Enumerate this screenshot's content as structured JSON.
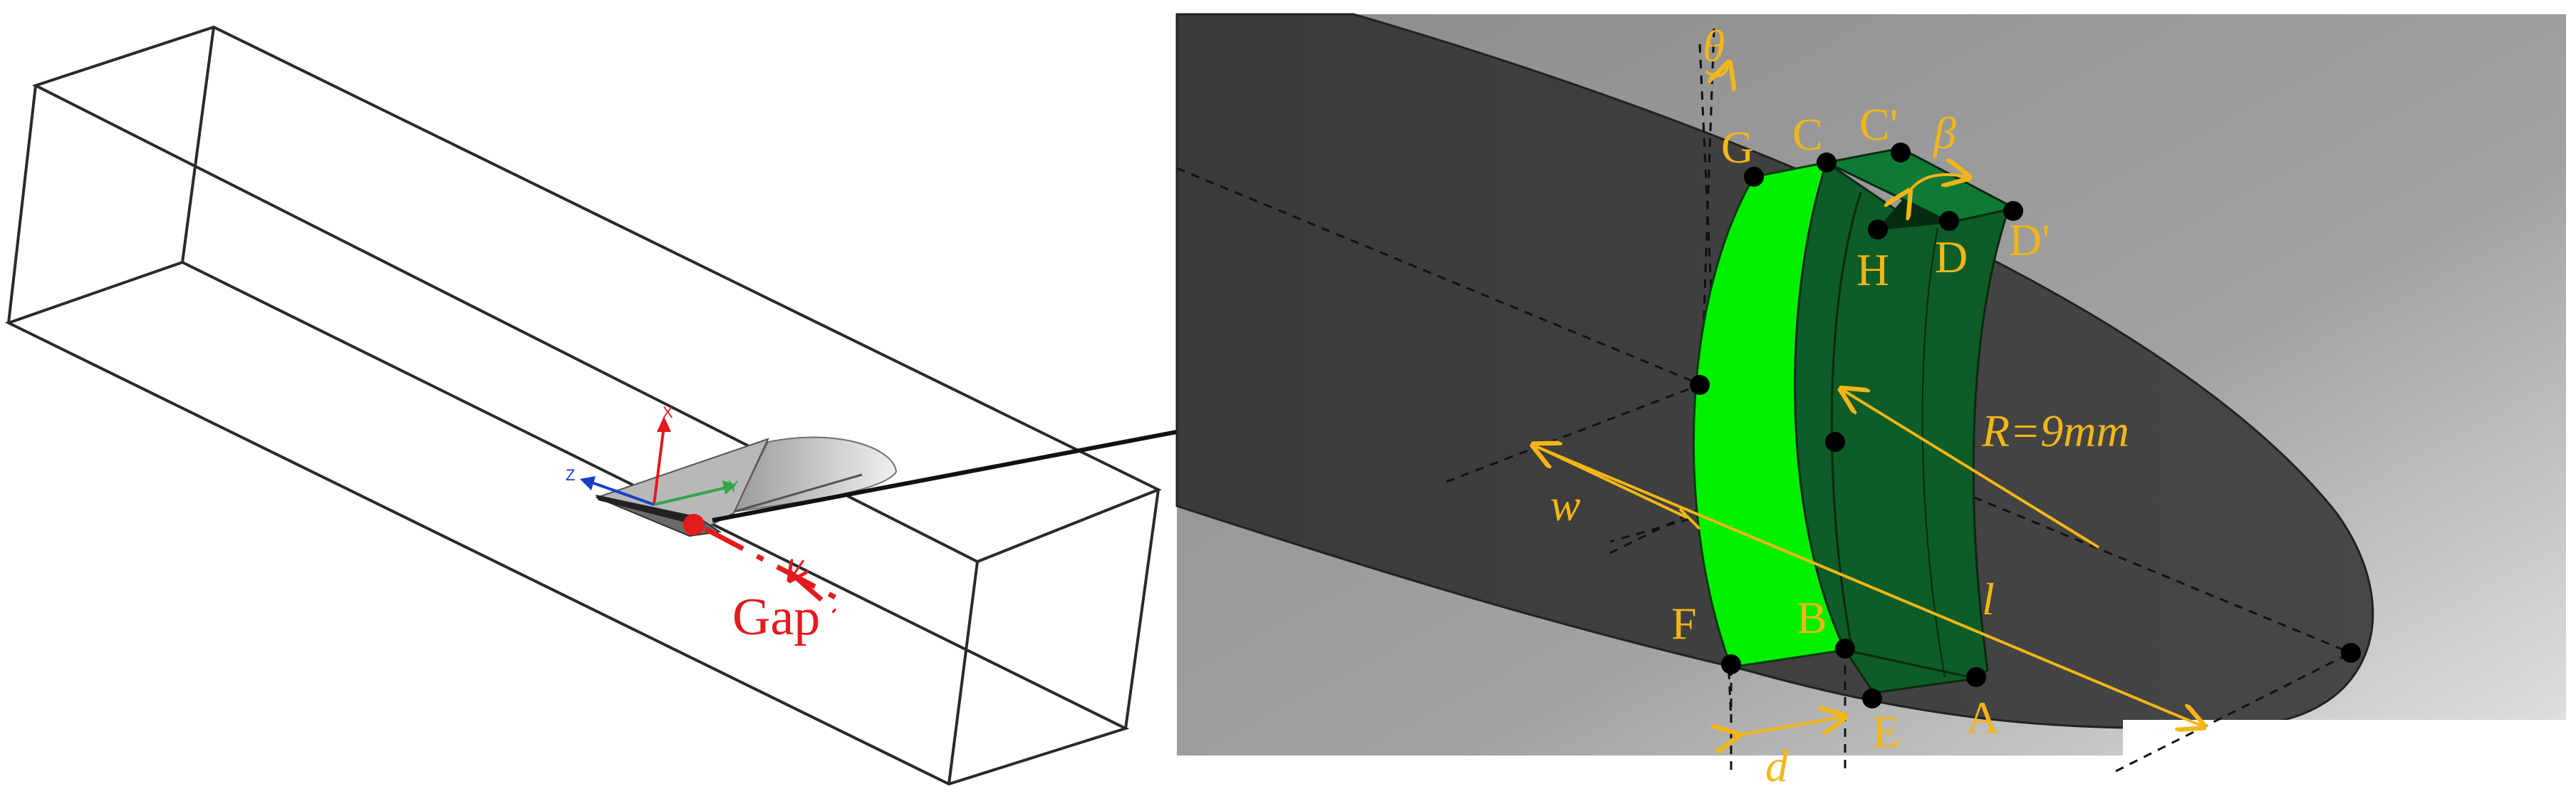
{
  "left_panel": {
    "gap_label": "Gap",
    "axis_labels": {
      "x": "X",
      "y": "Y",
      "z": "Z"
    }
  },
  "right_panel": {
    "points": {
      "G": "G",
      "C": "C",
      "C_prime": "C'",
      "D": "D",
      "D_prime": "D'",
      "H": "H",
      "F": "F",
      "B": "B",
      "E": "E",
      "A": "A"
    },
    "angles": {
      "theta": "θ",
      "beta": "β"
    },
    "dims": {
      "w": "w",
      "l": "l",
      "d": "d",
      "radius": "R=9mm"
    }
  },
  "colors": {
    "gold": "#F2B616",
    "red": "#E41A1C",
    "bright_green": "#00F000",
    "dark_green": "#0E5C28",
    "mid_green": "#0F7A35",
    "body_dark": "#3E3E3E",
    "body_light": "#9B9B9B"
  }
}
